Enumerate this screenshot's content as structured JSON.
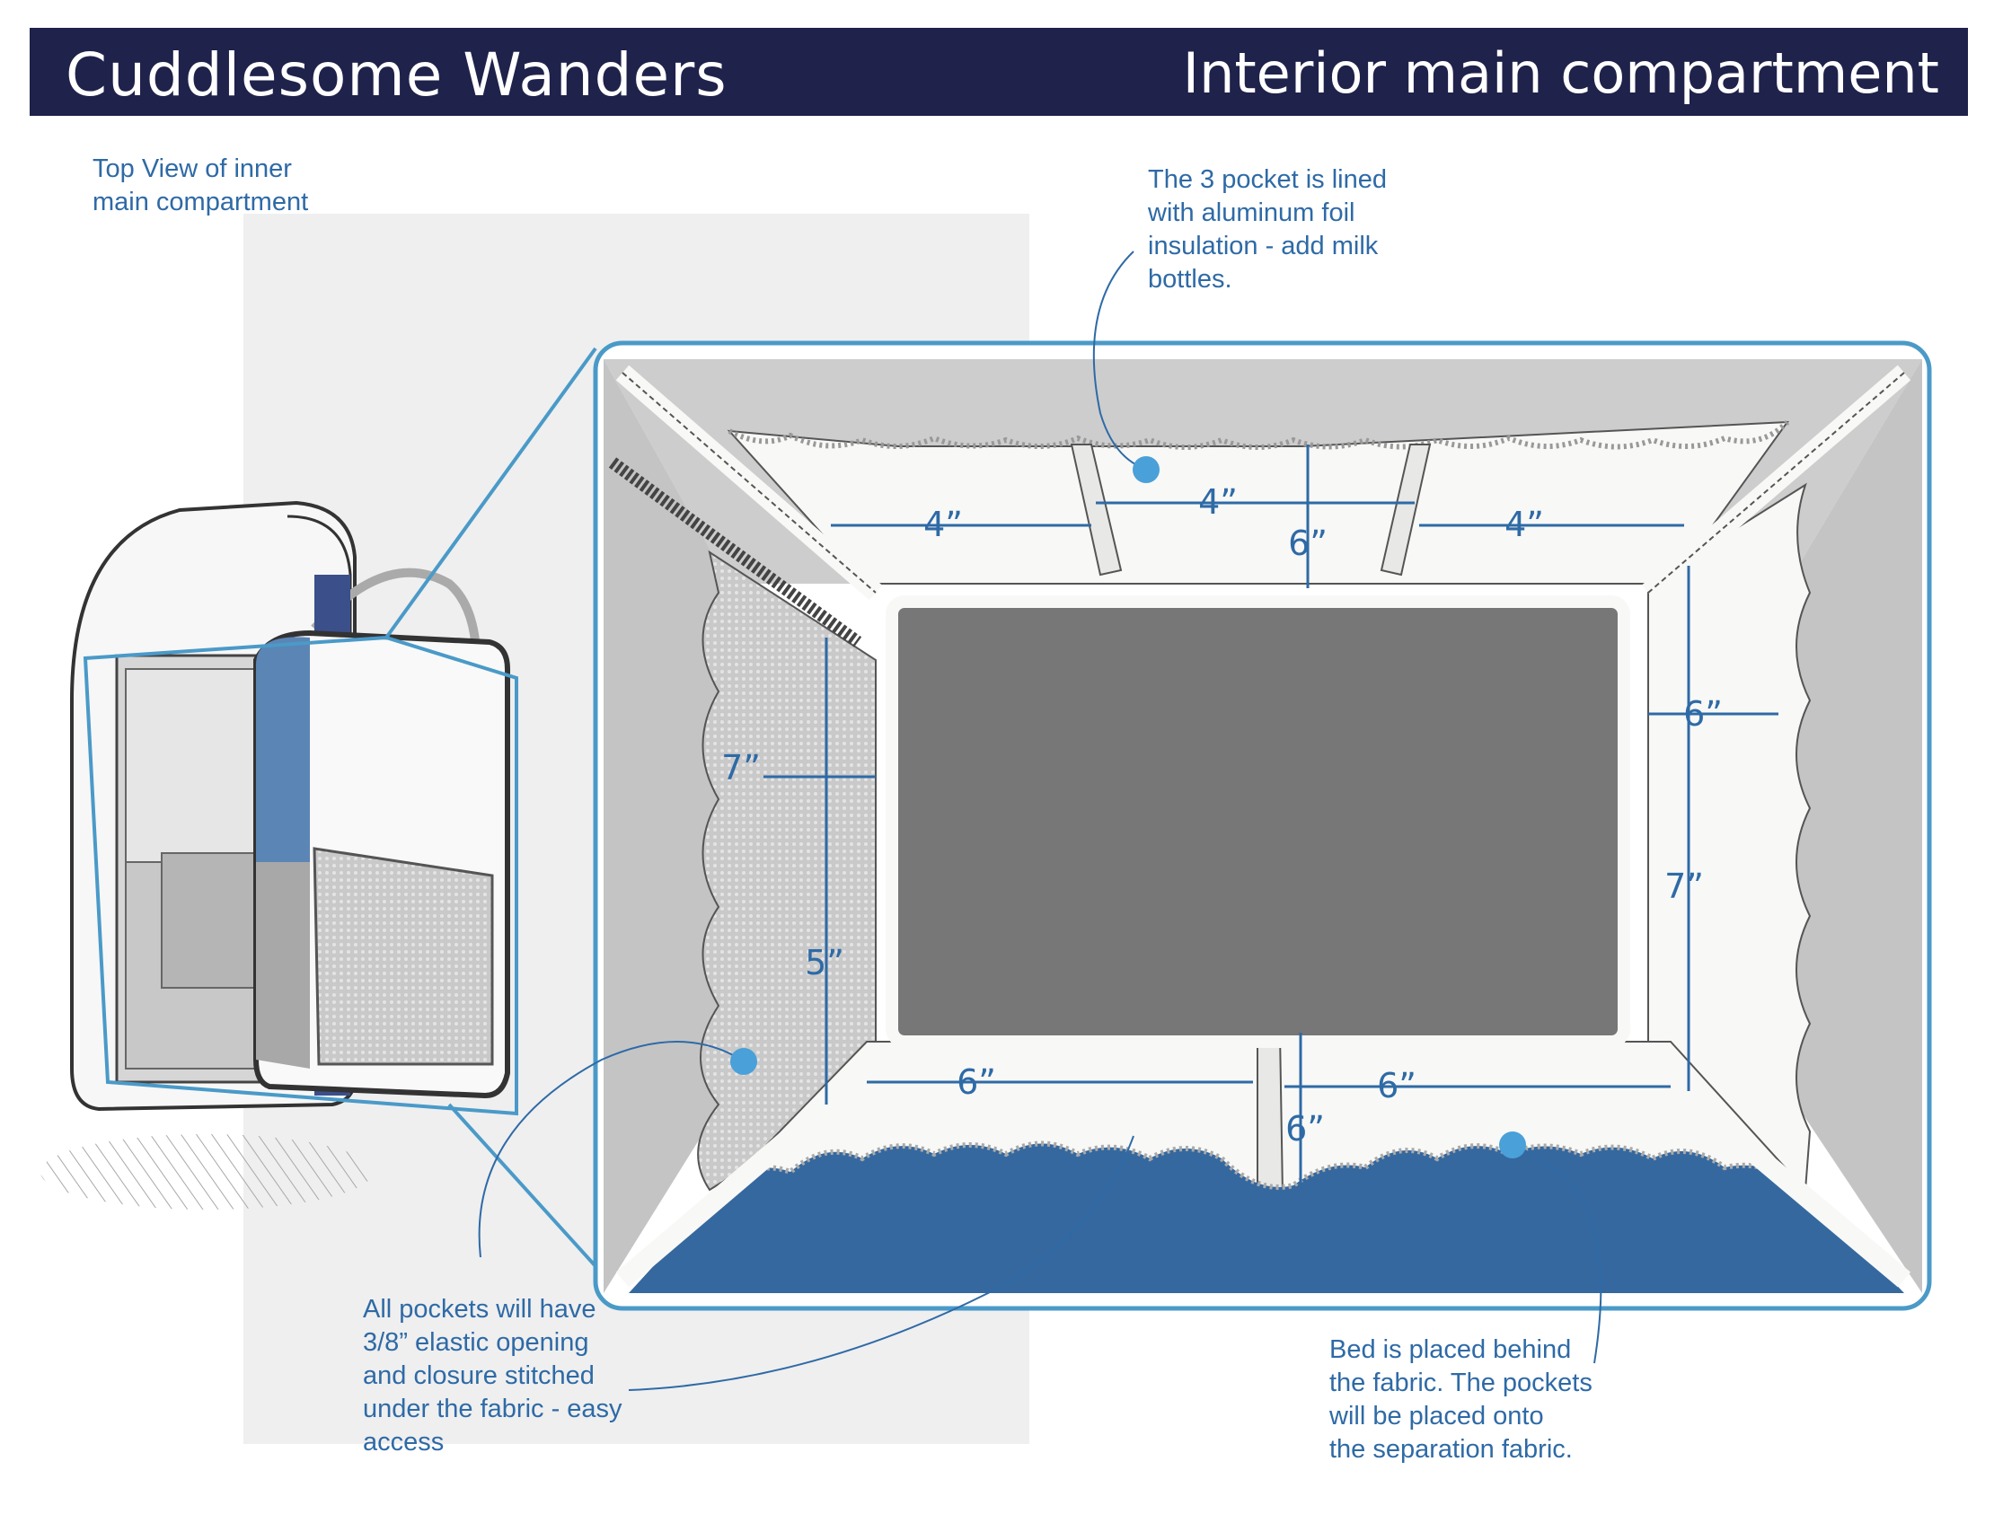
{
  "header": {
    "brand": "Cuddlesome Wanders",
    "section": "Interior main compartment"
  },
  "notes": {
    "top_view": [
      "Top View of inner",
      "main compartment"
    ],
    "pocket_lined": [
      "The 3 pocket is lined",
      "with aluminum foil",
      "insulation - add milk",
      "bottles."
    ],
    "elastic": [
      "All pockets will have",
      "3/8” elastic opening",
      "and closure stitched",
      "under the fabric - easy",
      "access"
    ],
    "bed": [
      "Bed is placed behind",
      "the fabric. The pockets",
      "will be placed onto",
      "the separation fabric."
    ]
  },
  "dimensions": {
    "top_left": "4”",
    "top_middle": "4”",
    "top_right": "4”",
    "top_depth": "6”",
    "left_width": "7”",
    "left_height": "5”",
    "right_width": "6”",
    "right_height": "7”",
    "bottom_left": "6”",
    "bottom_right": "6”",
    "bottom_depth": "6”"
  },
  "colors": {
    "header_bg": "#1f224a",
    "accent_blue": "#2e6aa6",
    "outline_blue": "#4a9ac8",
    "bed_blue": "#35689f",
    "floor_gray": "#777777"
  }
}
